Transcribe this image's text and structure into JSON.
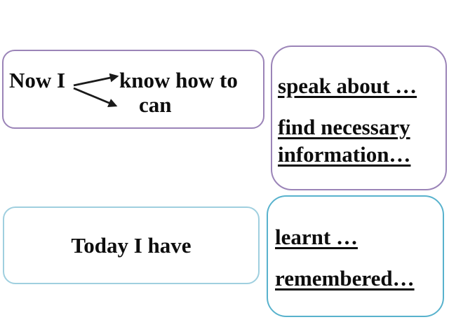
{
  "slide": {
    "background_color": "#ffffff",
    "text_color": "#0d0d0d",
    "now_box": {
      "border_color": "#9b84b8",
      "subject": "Now I",
      "branch1": "know how to",
      "branch2": "can",
      "arrow_icon": "branch-arrows",
      "arrow_color": "#1a1a1a"
    },
    "speak_box": {
      "border_color": "#9b84b8",
      "line1": "speak about …",
      "line2": "find necessary information…"
    },
    "today_box": {
      "border_color": "#9fcfdf",
      "label": "Today I have"
    },
    "learnt_box": {
      "border_color": "#58b2cd",
      "line1": "learnt …",
      "line2": "remembered…"
    }
  }
}
